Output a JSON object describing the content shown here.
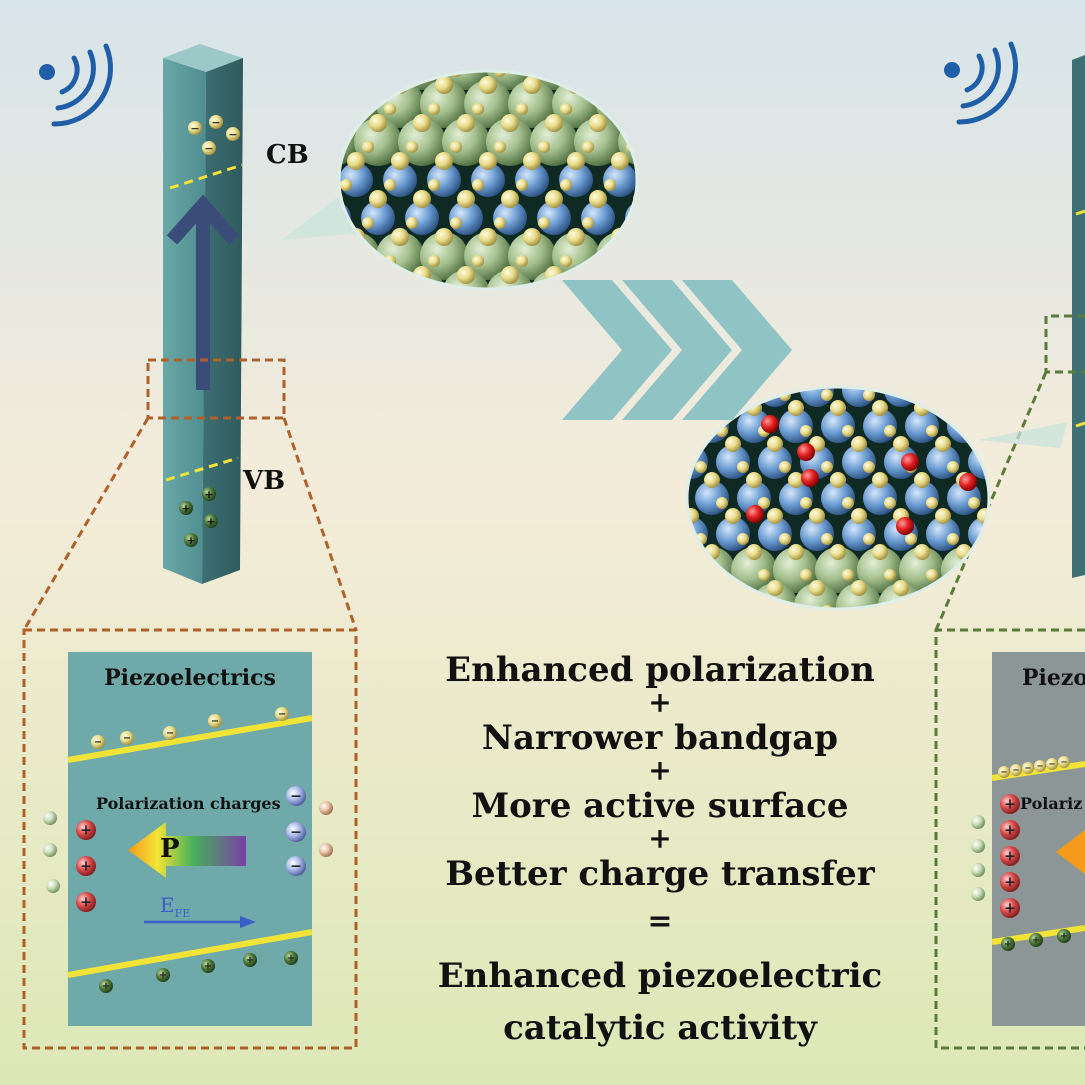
{
  "left": {
    "cb_label": "CB",
    "vb_label": "VB",
    "inset_title": "Piezoelectrics",
    "polarization_label": "Polarization charges",
    "p_label": "P",
    "efield_label": "E",
    "efield_sub": "FE"
  },
  "right": {
    "inset_title_partial": "Piezo",
    "polarization_partial": "Polariz"
  },
  "center": {
    "line1": "Enhanced polarization",
    "plus1": "+",
    "line2": "Narrower bandgap",
    "plus2": "+",
    "line3": "More active surface",
    "plus3": "+",
    "line4": "Better charge transfer",
    "equals": "=",
    "line5": "Enhanced piezoelectric",
    "line6": "catalytic activity"
  },
  "colors": {
    "rod": "#5f9ea0",
    "arrow_chevron": "#8fc3c4",
    "band_line": "#f2e436",
    "left_dash": "#b0612a",
    "right_dash": "#5a7a3a",
    "wave_icon": "#1f5fa8",
    "atom_yellow": "#f0e49a",
    "atom_green": "#9fb98a",
    "atom_blue": "#5b8fc9",
    "atom_red": "#d41a1a"
  },
  "icons": [
    "ultrasound-wave-icon",
    "ultrasound-wave-icon"
  ]
}
